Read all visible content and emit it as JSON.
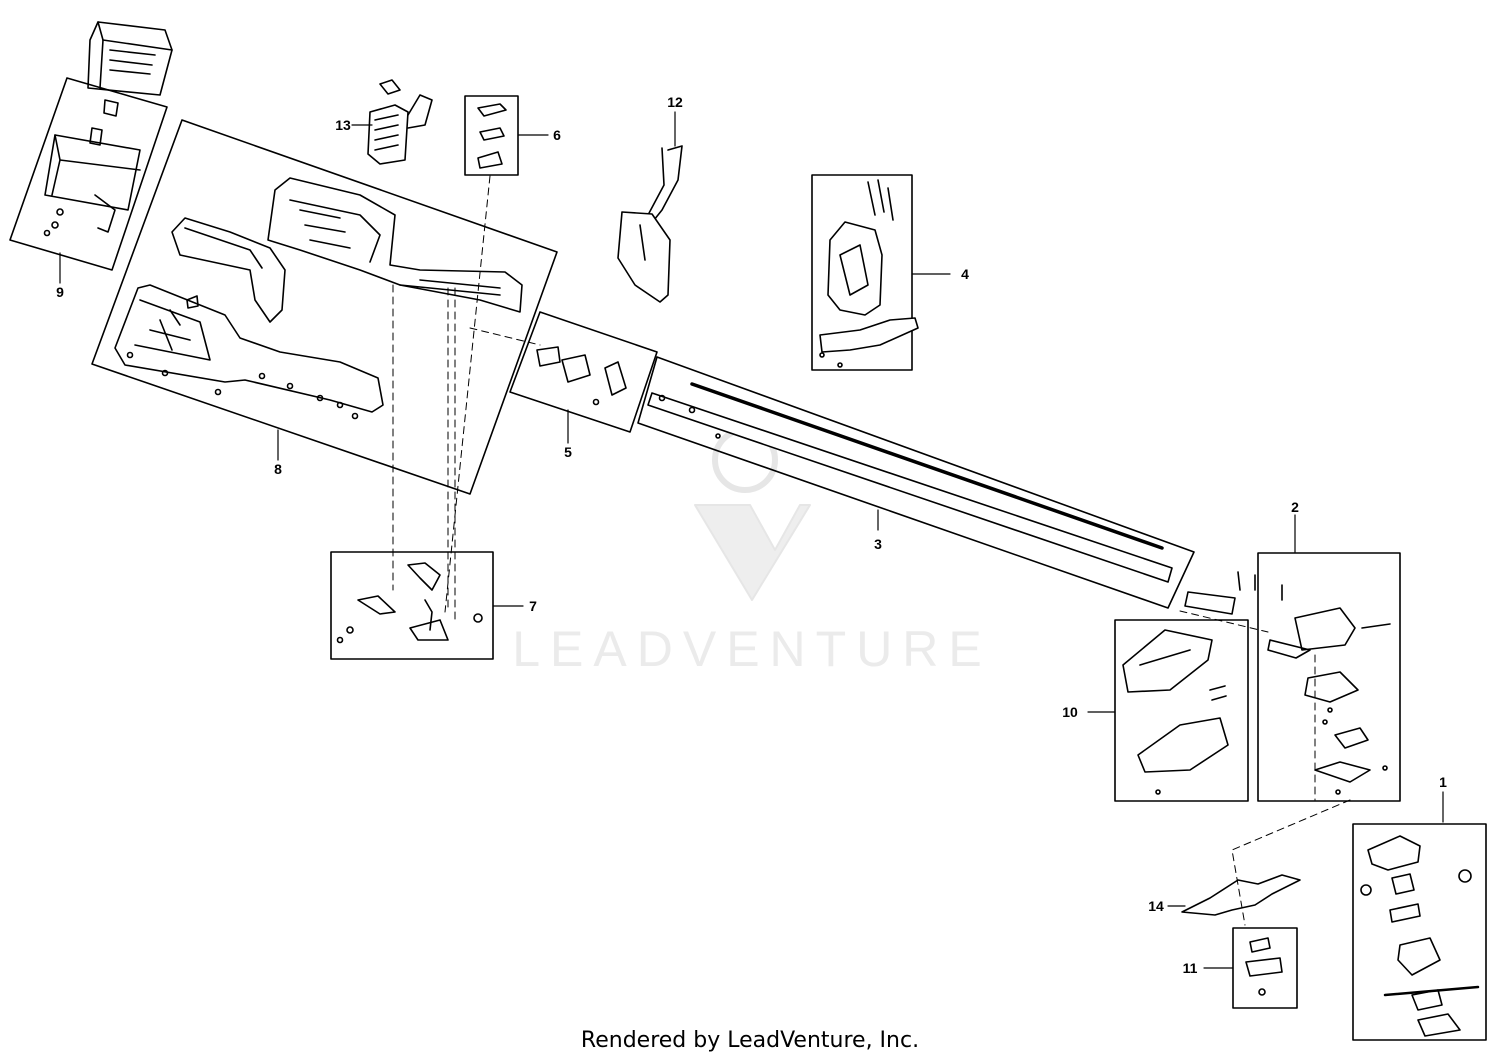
{
  "callouts": {
    "c1": "1",
    "c2": "2",
    "c3": "3",
    "c4": "4",
    "c5": "5",
    "c6": "6",
    "c7": "7",
    "c8": "8",
    "c9": "9",
    "c10": "10",
    "c11": "11",
    "c12": "12",
    "c13": "13",
    "c14": "14"
  },
  "watermark": {
    "text": "LEADVENTURE"
  },
  "footer": {
    "text": "Rendered by LeadVenture, Inc."
  }
}
